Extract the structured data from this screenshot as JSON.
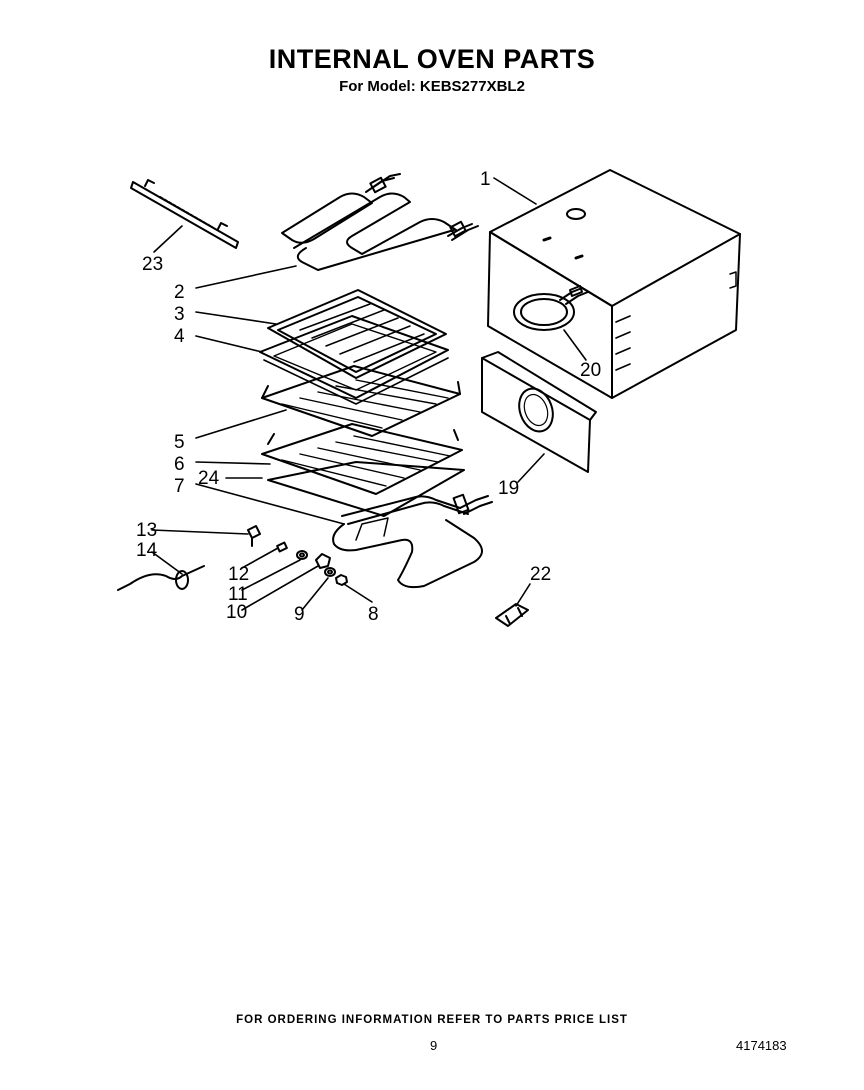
{
  "header": {
    "title": "INTERNAL OVEN PARTS",
    "subtitle": "For Model: KEBS277XBL2"
  },
  "callouts": {
    "c1": "1",
    "c2": "2",
    "c3": "3",
    "c4": "4",
    "c5": "5",
    "c6": "6",
    "c7": "7",
    "c8": "8",
    "c9": "9",
    "c10": "10",
    "c11": "11",
    "c12": "12",
    "c13": "13",
    "c14": "14",
    "c19": "19",
    "c20": "20",
    "c22": "22",
    "c23": "23",
    "c24": "24"
  },
  "footer": {
    "ordering_note": "FOR ORDERING INFORMATION REFER TO PARTS PRICE LIST",
    "page_number": "9",
    "document_number": "4174183"
  }
}
